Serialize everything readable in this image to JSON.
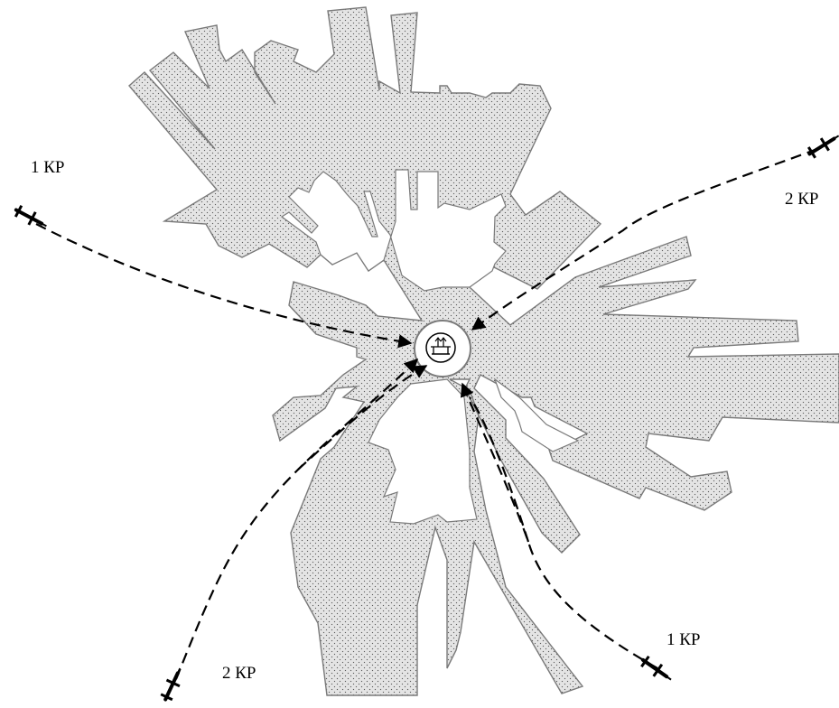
{
  "labels": [
    "1 КР",
    "2 КР",
    "2 КР",
    "1 КР"
  ],
  "colors": {
    "zone_fill": "#e4e4e4",
    "zone_stroke": "#7a7a7a",
    "path_stroke": "#000000"
  },
  "icons": {
    "target": "ship-target-icon",
    "missile": "missile-icon"
  }
}
